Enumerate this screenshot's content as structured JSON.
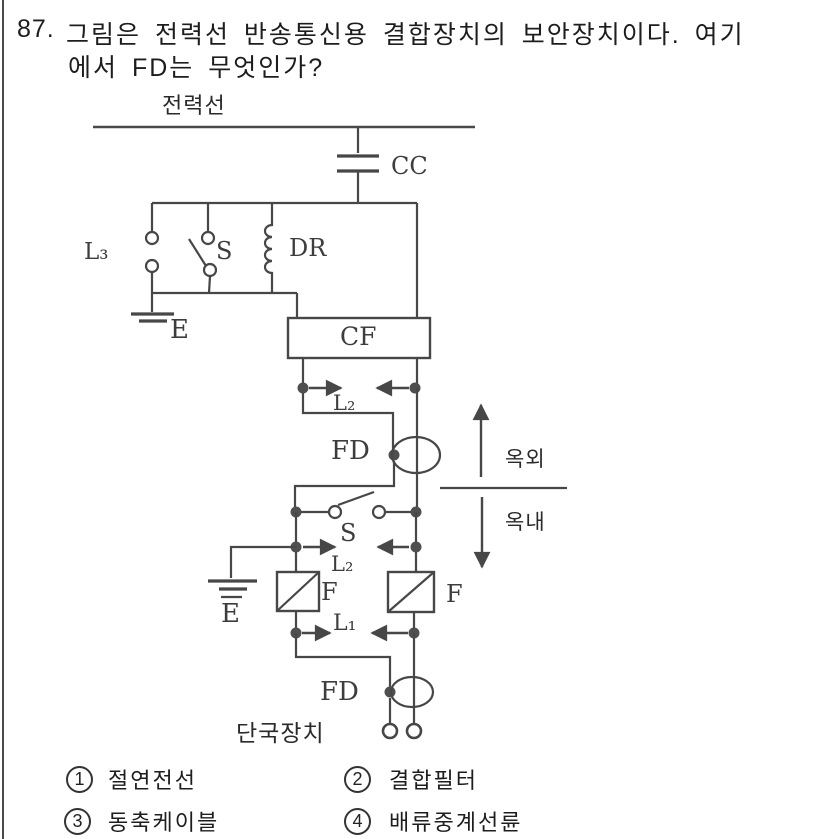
{
  "colors": {
    "ink": "#474747",
    "text": "#1d1d1d"
  },
  "question": {
    "number": "87.",
    "line1": "그림은 전력선 반송통신용 결합장치의 보안장치이다. 여기",
    "line2": "에서 FD는 무엇인가?"
  },
  "diagram": {
    "labels": {
      "power_line": "전력선",
      "coupling_capacitor": "CC",
      "arrester_l3": "L₃",
      "switch_upper": "S",
      "drain_coil": "DR",
      "earth_upper": "E",
      "coupling_filter": "CF",
      "l2_upper": "L₂",
      "fd_upper": "FD",
      "outdoor": "옥외",
      "indoor": "옥내",
      "switch_lower": "S",
      "l2_lower": "L₂",
      "earth_lower": "E",
      "fuse_left": "F",
      "fuse_right": "F",
      "l1": "L₁",
      "fd_lower": "FD",
      "terminal_equipment": "단국장치"
    }
  },
  "options": [
    {
      "num": "1",
      "label": "절연전선"
    },
    {
      "num": "2",
      "label": "결합필터"
    },
    {
      "num": "3",
      "label": "동축케이블"
    },
    {
      "num": "4",
      "label": "배류중계선륜"
    }
  ]
}
